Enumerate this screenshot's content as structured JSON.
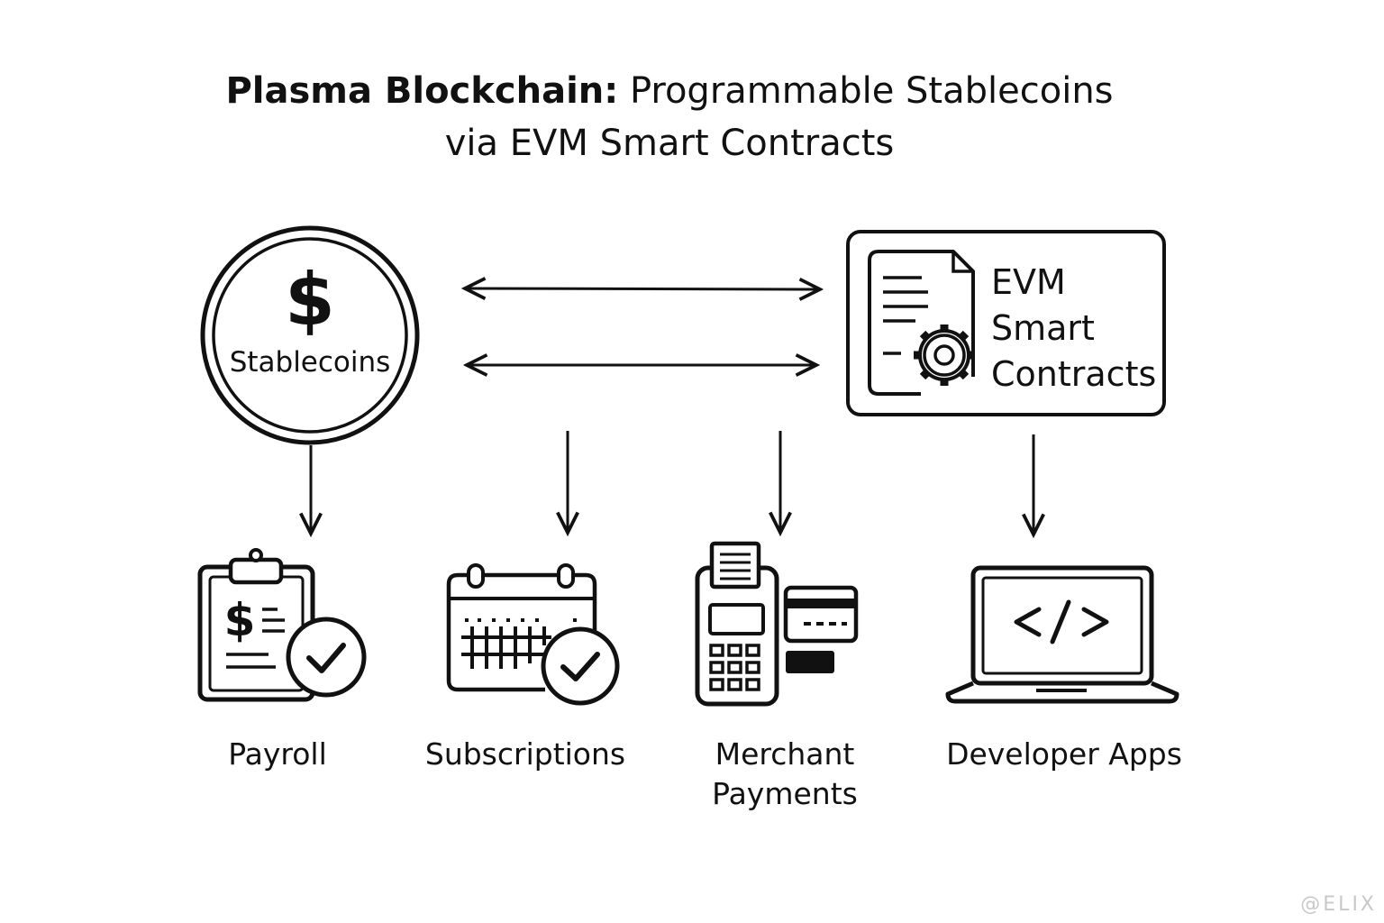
{
  "title": {
    "bold": "Plasma Blockchain:",
    "rest": "Programmable Stablecoins",
    "line2": "via EVM Smart Contracts"
  },
  "nodes": {
    "stablecoins": {
      "symbol": "$",
      "label": "Stablecoins",
      "icon": "coin-icon"
    },
    "evm": {
      "lines": [
        "EVM",
        "Smart",
        "Contracts"
      ],
      "icon": "document-gear-icon"
    }
  },
  "use_cases": [
    {
      "label": "Payroll",
      "icon": "clipboard-dollar-check-icon"
    },
    {
      "label": "Subscriptions",
      "icon": "calendar-check-icon"
    },
    {
      "label_lines": [
        "Merchant",
        "Payments"
      ],
      "icon": "card-terminal-icon"
    },
    {
      "label": "Developer Apps",
      "icon": "laptop-code-icon"
    }
  ],
  "watermark": "@ELIX",
  "colors": {
    "ink": "#111111",
    "background": "#ffffff"
  }
}
